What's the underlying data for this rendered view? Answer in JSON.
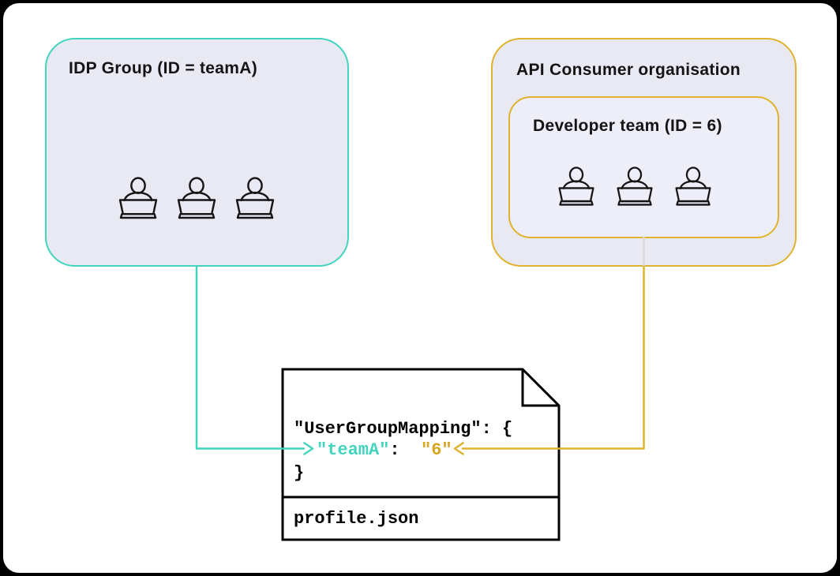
{
  "idp_group": {
    "title": "IDP Group (ID = teamA)",
    "member_count": 3
  },
  "api_consumer_org": {
    "title": "API Consumer organisation",
    "developer_team": {
      "title": "Developer team (ID = 6)",
      "member_count": 3
    }
  },
  "profile_document": {
    "filename": "profile.json",
    "code_line_open": "\"UserGroupMapping\": {",
    "mapping_key": "\"teamA\"",
    "mapping_separator": ":  ",
    "mapping_value": "\"6\"",
    "code_line_close": "}"
  },
  "connectors": {
    "idp_to_key": "teal-arrow",
    "team_to_value": "gold-arrow"
  },
  "colors": {
    "teal": "#42D5BE",
    "gold_border": "#E0B32E",
    "gold_text": "#D8A51F",
    "panel_fill": "#E9E9F4",
    "inner_panel_fill": "#EEEEF8",
    "connector_gray": "#D9D9D9",
    "ink": "#141414"
  }
}
